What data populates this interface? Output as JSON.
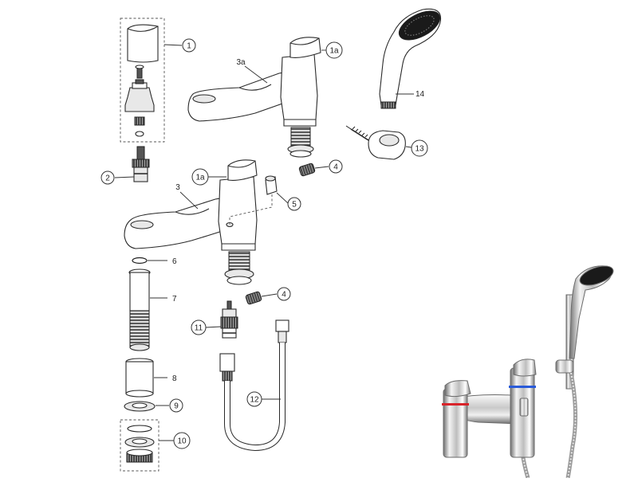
{
  "callouts": {
    "c1": "1",
    "c1a_top": "1a",
    "c3a": "3a",
    "c14": "14",
    "c13": "13",
    "c2": "2",
    "c1a_mid": "1a",
    "c4_top": "4",
    "c3": "3",
    "c5": "5",
    "c6": "6",
    "c7": "7",
    "c4_bot": "4",
    "c11": "11",
    "c8": "8",
    "c9": "9",
    "c12": "12",
    "c10": "10"
  },
  "colors": {
    "line": "#2a2a2a",
    "chrome_light": "#f2f2f2",
    "chrome_mid": "#b9b9b9",
    "chrome_dark": "#5e5e5e",
    "hot_indicator": "#d9232a",
    "cold_indicator": "#2a5bd9",
    "shower_face": "#1a1a1a"
  }
}
